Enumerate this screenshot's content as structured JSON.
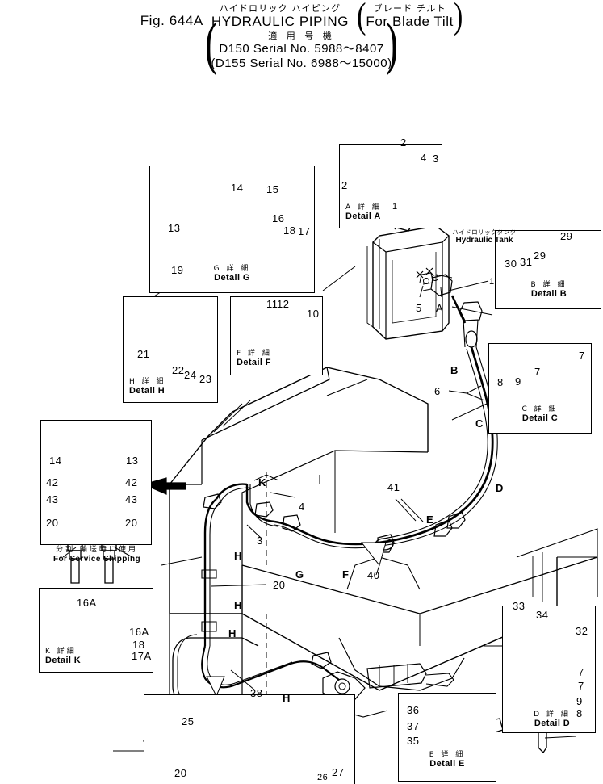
{
  "title": {
    "kana_main": "ハイドロリック ハイピング",
    "kana_paren": "ブレード チルト",
    "fig_no": "Fig. 644A",
    "name_en": "HYDRAULIC PIPING",
    "paren_en": "For Blade Tilt",
    "kanji_applicable": "適 用 号 機",
    "serial_1": "D150 Serial No. 5988〜8407",
    "serial_2": "D155 Serial No. 6988〜15000"
  },
  "labels": {
    "hydraulic_tank_jp": "ハイドロリックタンク",
    "hydraulic_tank_en": "Hydraulic Tank",
    "service_shipping_jp": "分割 輸送時に使用",
    "service_shipping_en": "For Service Shipping"
  },
  "details": {
    "A": {
      "jp": "A 詳 細",
      "en": "Detail A",
      "parts": [
        "1",
        "2",
        "2",
        "3",
        "4"
      ]
    },
    "B": {
      "jp": "B 詳 細",
      "en": "Detail B",
      "parts": [
        "29",
        "29",
        "30",
        "31"
      ]
    },
    "C": {
      "jp": "C 詳 細",
      "en": "Detail C",
      "parts": [
        "7",
        "7",
        "8",
        "9"
      ]
    },
    "D": {
      "jp": "D 詳 細",
      "en": "Detail D",
      "parts": [
        "7",
        "7",
        "8",
        "9",
        "32",
        "33",
        "34"
      ]
    },
    "E": {
      "jp": "E 詳 細",
      "en": "Detail E",
      "parts": [
        "35",
        "36",
        "37"
      ]
    },
    "F": {
      "jp": "F 詳 細",
      "en": "Detail F",
      "parts": [
        "10",
        "11",
        "12"
      ]
    },
    "G": {
      "jp": "G 詳 細",
      "en": "Detail G",
      "parts": [
        "13",
        "14",
        "15",
        "16",
        "17",
        "18",
        "19"
      ]
    },
    "H": {
      "jp": "H 詳 細",
      "en": "Detail H",
      "parts": [
        "21",
        "22",
        "23",
        "24"
      ]
    },
    "K": {
      "jp": "K 詳細",
      "en": "Detail K",
      "parts": [
        "16A",
        "16A",
        "17A",
        "18"
      ]
    }
  },
  "callouts": {
    "detail_a": [
      "2",
      "2",
      "4",
      "3",
      "1"
    ],
    "detail_b": [
      "29",
      "29",
      "30",
      "31"
    ],
    "detail_c": [
      "7",
      "7",
      "8",
      "9"
    ],
    "detail_d": [
      "33",
      "34",
      "32",
      "7",
      "7",
      "9",
      "8"
    ],
    "detail_e": [
      "36",
      "37",
      "35"
    ],
    "detail_f": [
      "11",
      "12",
      "10"
    ],
    "detail_g": [
      "14",
      "15",
      "13",
      "16",
      "18",
      "17",
      "19"
    ],
    "detail_h": [
      "21",
      "22",
      "23",
      "24"
    ],
    "detail_k": [
      "16A",
      "16A",
      "18",
      "17A"
    ],
    "service_box": [
      "14",
      "13",
      "42",
      "42",
      "43",
      "43",
      "20",
      "20"
    ],
    "bottom_box": [
      "25",
      "20",
      "26",
      "27"
    ],
    "main_view": [
      "1",
      "5",
      "A",
      "B",
      "C",
      "D",
      "E",
      "F",
      "G",
      "H",
      "K",
      "3",
      "4",
      "6",
      "20",
      "38",
      "40",
      "41"
    ]
  },
  "main_parts": {
    "p1": "1",
    "p5": "5",
    "pA": "A",
    "p6": "6",
    "p3": "3",
    "p4": "4",
    "p20": "20",
    "p38": "38",
    "p40": "40",
    "p41": "41",
    "cB": "B",
    "cC": "C",
    "cD": "D",
    "cE": "E",
    "cF": "F",
    "cG": "G",
    "cH": "H",
    "cK": "K"
  }
}
